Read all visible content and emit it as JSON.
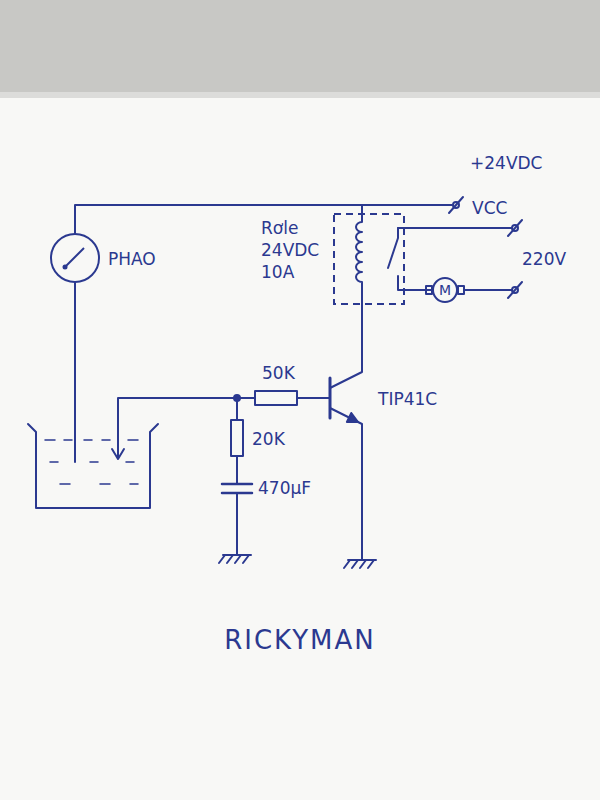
{
  "diagram": {
    "nodes": [
      {
        "text": [
          "PHAO"
        ]
      },
      {
        "text": [
          "Rơle 24VDC 10A"
        ]
      },
      {
        "text": [
          "M"
        ]
      }
    ],
    "edges": [
      {
        "from": 0,
        "to": 1,
        "arrow": "none"
      },
      {
        "from": 1,
        "to": 2,
        "arrow": "none"
      }
    ],
    "labels": [
      "+24VDC",
      "VCC",
      "220V",
      "50K",
      "TIP41C",
      "20K",
      "470µF",
      "RICKYMAN"
    ]
  }
}
